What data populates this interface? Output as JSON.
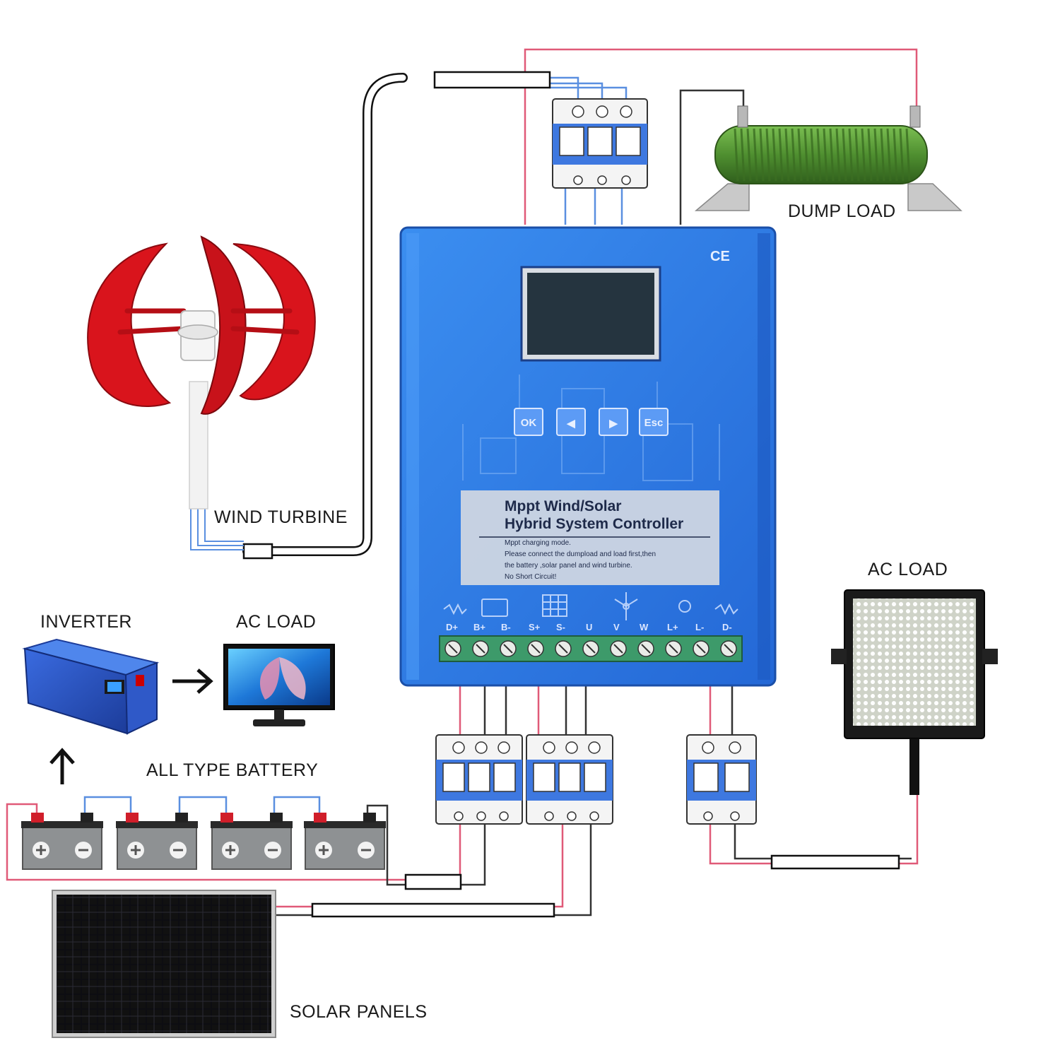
{
  "labels": {
    "wind_turbine": "WIND TURBINE",
    "dump_load": "DUMP LOAD",
    "inverter": "INVERTER",
    "ac_load_left": "AC LOAD",
    "ac_load_right": "AC LOAD",
    "battery": "ALL TYPE BATTERY",
    "solar": "SOLAR PANELS"
  },
  "controller": {
    "mark": "CE",
    "title_line1": "Mppt Wind/Solar",
    "title_line2": "Hybrid System Controller",
    "note_lines": [
      "Mppt charging mode.",
      "Please connect the dumpload and load first,then",
      "the battery ,solar panel and wind turbine.",
      "No Short Circuit!"
    ],
    "buttons": [
      "OK",
      "◀",
      "▶",
      "Esc"
    ],
    "terminals": [
      "D+",
      "B+",
      "B-",
      "S+",
      "S-",
      "U",
      "V",
      "W",
      "L+",
      "L-",
      "D-"
    ]
  },
  "colors": {
    "controller_blue": "#2f7fe6",
    "wire_red": "#e05a78",
    "wire_blue": "#5a8fe0",
    "turbine_red": "#d9141c",
    "resistor_green": "#5a9a3c",
    "terminal_green": "#3d9a6a"
  }
}
